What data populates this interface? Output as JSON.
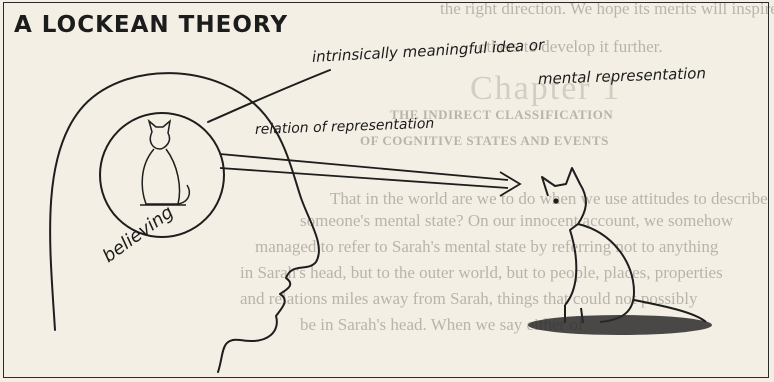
{
  "drawing": {
    "title": "A LOCKEAN THEORY",
    "label_idea_line1": "intrinsically meaningful idea or",
    "label_idea_line2": "mental representation",
    "label_relation": "relation of representation",
    "label_believing": "believing"
  },
  "background_text": {
    "lines": [
      "the right direction. We hope its merits will inspire",
      "others to develop it further.",
      "THE INDIRECT CLASSIFICATION",
      "OF COGNITIVE STATES AND EVENTS",
      "That in the world are we to do when we use attitudes to describe",
      "someone's mental state? On our innocent account, we somehow",
      "managed to refer to Sarah's mental state by referring not to anything",
      "in Sarah's head, but to the outer world, but to people, places, properties",
      "and relations miles away from Sarah, things that could not possibly",
      "be in Sarah's head. When we say either of"
    ],
    "watermark": "Chapter 1"
  }
}
